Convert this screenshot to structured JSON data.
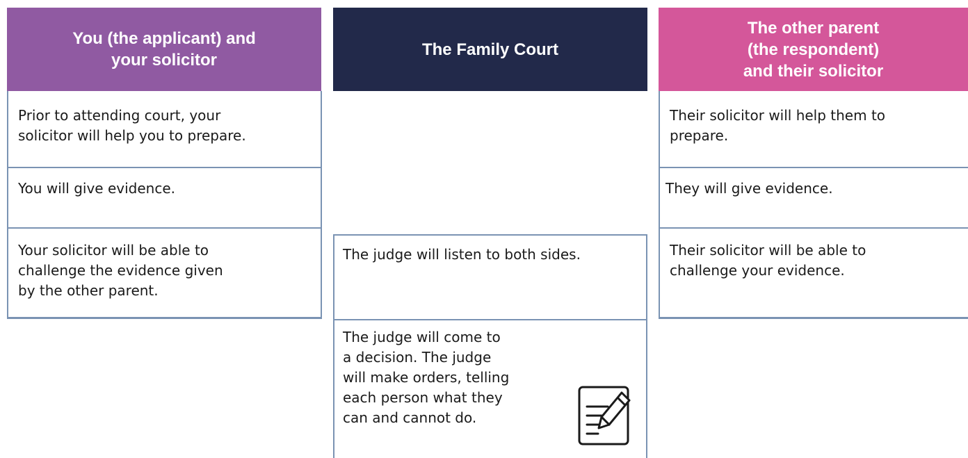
{
  "columns": {
    "applicant": {
      "title": "You (the applicant) and\nyour solicitor",
      "color": "#905aa2",
      "rows": [
        "Prior to attending court, your\nsolicitor will help you to prepare.",
        "You will give evidence.",
        "Your solicitor will be able to\nchallenge the evidence given\nby the other parent."
      ]
    },
    "court": {
      "title": "The Family Court",
      "color": "#22294a",
      "rows": [
        "The judge will listen to both sides.",
        "The judge will come to\na decision. The judge\nwill make orders, telling\neach person what they\ncan and cannot do."
      ],
      "icon": "notepad-pencil-icon"
    },
    "respondent": {
      "title": "The other parent\n(the respondent)\nand their solicitor",
      "color": "#d4579a",
      "rows": [
        "Their solicitor will help them to\nprepare.",
        "They will give evidence.",
        "Their solicitor will be able to\nchallenge your evidence."
      ]
    }
  },
  "border_color": "#7a93b3"
}
